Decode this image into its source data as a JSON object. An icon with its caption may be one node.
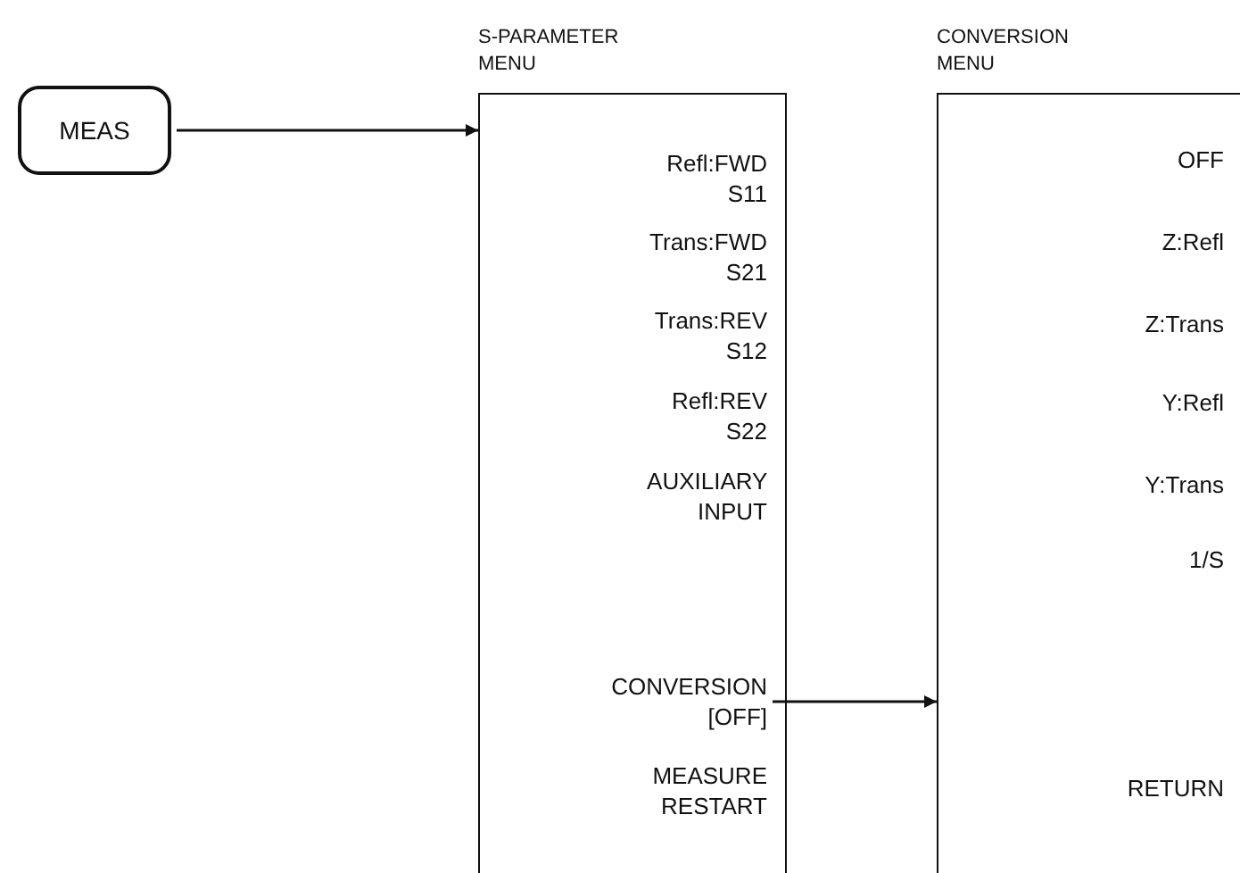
{
  "diagram": {
    "nodes": [
      {
        "text": [
          "MEAS"
        ]
      },
      {
        "text": [
          "S-PARAMETER MENU"
        ]
      },
      {
        "text": [
          "Refl:FWD S11"
        ],
        "in": 1
      },
      {
        "text": [
          "Trans:FWD S21"
        ],
        "in": 1
      },
      {
        "text": [
          "Trans:REV S12"
        ],
        "in": 1
      },
      {
        "text": [
          "Refl:REV S22"
        ],
        "in": 1
      },
      {
        "text": [
          "AUXILIARY INPUT"
        ],
        "in": 1
      },
      {
        "text": [
          "CONVERSION [OFF]"
        ],
        "in": 1
      },
      {
        "text": [
          "MEASURE RESTART"
        ],
        "in": 1
      },
      {
        "text": [
          "CONVERSION MENU"
        ]
      },
      {
        "text": [
          "OFF"
        ],
        "in": 9
      },
      {
        "text": [
          "Z:Refl"
        ],
        "in": 9
      },
      {
        "text": [
          "Z:Trans"
        ],
        "in": 9
      },
      {
        "text": [
          "Y:Refl"
        ],
        "in": 9
      },
      {
        "text": [
          "Y:Trans"
        ],
        "in": 9
      },
      {
        "text": [
          "1/S"
        ],
        "in": 9
      },
      {
        "text": [
          "RETURN"
        ],
        "in": 9
      }
    ],
    "edges": [
      {
        "from": 0,
        "to": 1,
        "arrow": "to"
      },
      {
        "from": 7,
        "to": 9,
        "arrow": "to"
      }
    ]
  }
}
